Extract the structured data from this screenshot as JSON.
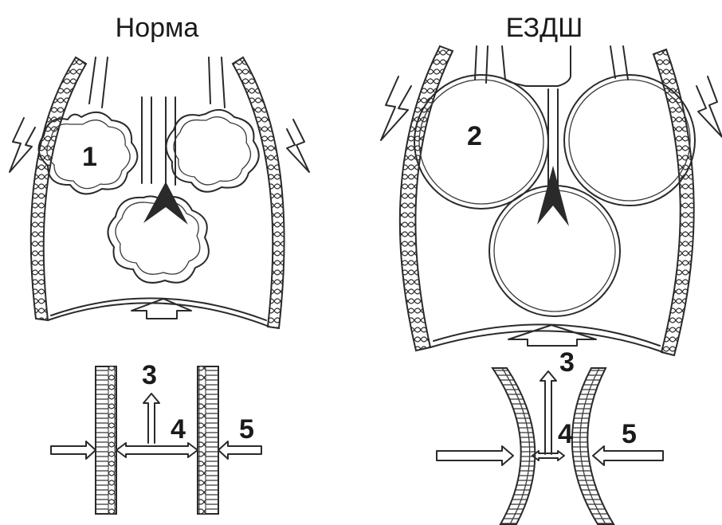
{
  "titles": {
    "left": "Норма",
    "right": "ЕЗДШ"
  },
  "labels": {
    "left_alveolus": "1",
    "right_alveolus": "2",
    "left_airway": "3",
    "left_lumen": "4",
    "left_external": "5",
    "right_airway": "3",
    "right_lumen": "4",
    "right_external": "5"
  },
  "colors": {
    "ink": "#2a2a2a",
    "background": "#ffffff"
  }
}
